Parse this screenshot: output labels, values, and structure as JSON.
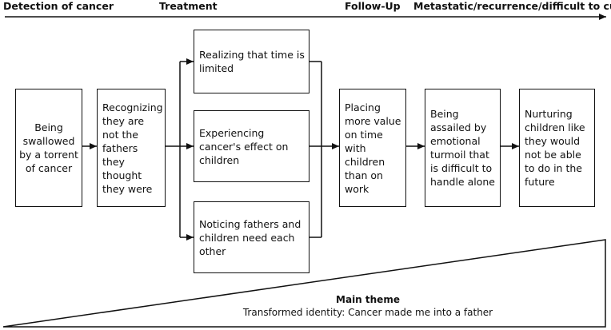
{
  "phases": {
    "detection": "Detection of cancer",
    "treatment": "Treatment",
    "follow_up": "Follow-Up",
    "metastatic": "Metastatic/recurrence/difficult to cure"
  },
  "boxes": {
    "swallowed": "Being swallowed by a torrent of cancer",
    "recognizing": "Recognizing they are not the fathers they thought they were",
    "time_limited": "Realizing that time is limited",
    "effect_children": "Experiencing cancer's effect on children",
    "need_each_other": "Noticing fathers and children need each other",
    "placing_value": "Placing more value on time with children than on work",
    "assailed": "Being assailed by emotional turmoil that is difficult to handle alone",
    "nurturing": "Nurturing children like they would not be able to do in the future"
  },
  "main_theme": {
    "title": "Main theme",
    "text": "Transformed identity: Cancer made me into a father"
  }
}
